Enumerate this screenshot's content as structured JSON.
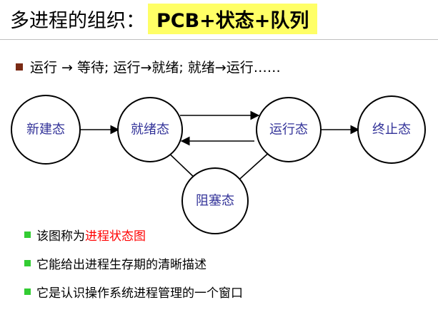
{
  "title": {
    "main": "多进程的组织：",
    "highlight": "PCB+状态+队列"
  },
  "summary_line": "运行 → 等待; 运行→就绪; 就绪→运行……",
  "diagram": {
    "states": {
      "new": "新建态",
      "ready": "就绪态",
      "running": "运行态",
      "terminated": "终止态",
      "blocked": "阻塞态"
    }
  },
  "bullets": {
    "b1_prefix": "该图称为",
    "b1_highlight": "进程状态图",
    "b2": "它能给出进程生存期的清晰描述",
    "b3": "它是认识操作系统进程管理的一个窗口"
  },
  "colors": {
    "highlight_bg": "#ffff66",
    "state_text": "#333399",
    "bullet_green": "#33cc33",
    "bullet_dark": "#7a2a14",
    "emphasis_red": "#ff0000"
  }
}
